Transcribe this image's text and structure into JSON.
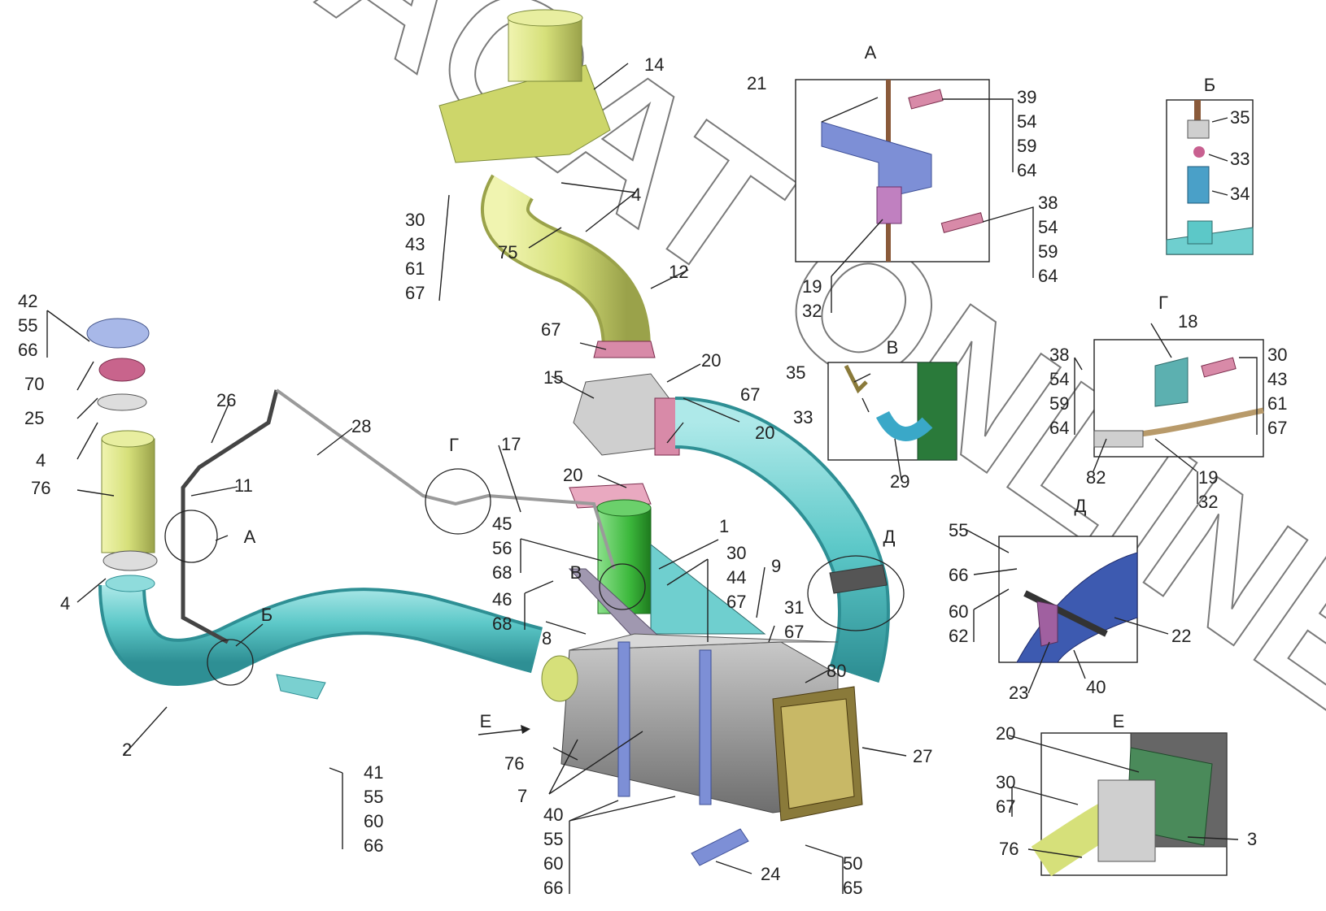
{
  "watermark": {
    "text": "ACAT ONLINE"
  },
  "views": [
    {
      "id": "A",
      "text": "А"
    },
    {
      "id": "B",
      "text": "Б"
    },
    {
      "id": "V",
      "text": "В"
    },
    {
      "id": "G",
      "text": "Г"
    },
    {
      "id": "D",
      "text": "Д"
    },
    {
      "id": "E",
      "text": "Е"
    }
  ],
  "labels": {
    "p1": "1",
    "p2": "2",
    "p3": "3",
    "p4a": "4",
    "p4b": "4",
    "p4c": "4",
    "p7": "7",
    "p8": "8",
    "p9": "9",
    "p11": "11",
    "p12": "12",
    "p14": "14",
    "p15": "15",
    "p17": "17",
    "p18": "18",
    "p19a": "19",
    "p32a": "32",
    "p19b": "19",
    "p32b": "32",
    "p20a": "20",
    "p20b": "20",
    "p20c": "20",
    "p20d": "20",
    "p21": "21",
    "p22": "22",
    "p23": "23",
    "p24": "24",
    "p25": "25",
    "p26": "26",
    "p27": "27",
    "p28": "28",
    "p29": "29",
    "p33a": "33",
    "p33b": "33",
    "p34": "34",
    "p35a": "35",
    "p35b": "35",
    "p40a": "40",
    "p40b": "40",
    "p55e": "55",
    "p60e": "60",
    "p66e": "66",
    "p45": "45",
    "p56": "56",
    "p68a": "68",
    "p46": "46",
    "p68b": "68",
    "p30a": "30",
    "p43a": "43",
    "p61a": "61",
    "p67a": "67",
    "p30b": "30",
    "p44": "44",
    "p67b": "67",
    "p31": "31",
    "p67c": "67",
    "p41": "41",
    "p55f": "55",
    "p60f": "60",
    "p66f": "66",
    "p42": "42",
    "p55a": "55",
    "p66a": "66",
    "p70": "70",
    "p38a": "38",
    "p54a": "54",
    "p59a": "59",
    "p64a": "64",
    "p39": "39",
    "p54b": "54",
    "p59b": "59",
    "p64b": "64",
    "p38b": "38",
    "p54c": "54",
    "p59c": "59",
    "p64c": "64",
    "p30c": "30",
    "p43c": "43",
    "p61c": "61",
    "p67d": "67",
    "p55d": "55",
    "p66d": "66",
    "p60d": "60",
    "p62": "62",
    "p30e": "30",
    "p67e": "67",
    "p50": "50",
    "p65": "65",
    "p67f": "67",
    "p67g": "67",
    "p75": "75",
    "p76a": "76",
    "p76b": "76",
    "p76c": "76",
    "p80": "80",
    "p82": "82"
  },
  "colors": {
    "cyan_pipe": "#5cc8c8",
    "yellow_pipe": "#d6e07a",
    "green_part": "#3cb83c",
    "grey_body": "#9a9a9a",
    "pink_gasket": "#d88aa8",
    "blue_strap": "#7d8fd6",
    "brown_tube": "#a07850"
  }
}
